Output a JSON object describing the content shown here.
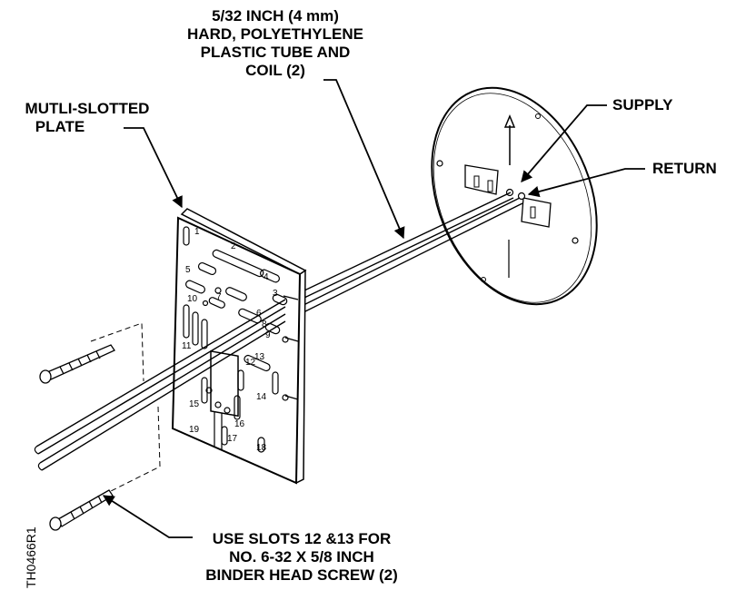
{
  "labels": {
    "tube": [
      "5/32 INCH (4 mm)",
      "HARD, POLYETHYLENE",
      "PLASTIC TUBE AND",
      "COIL (2)"
    ],
    "plate": [
      "MUTLI-SLOTTED",
      "PLATE"
    ],
    "supply": "SUPPLY",
    "return": "RETURN",
    "slots": [
      "USE SLOTS 12 &13 FOR",
      "NO. 6-32 X 5/8 INCH",
      "BINDER HEAD SCREW (2)"
    ]
  },
  "figure_code": "TH0466R1",
  "slot_numbers": [
    "1",
    "2",
    "3",
    "4",
    "5",
    "6",
    "7",
    "8",
    "9",
    "10",
    "11",
    "12",
    "13",
    "14",
    "15",
    "16",
    "17",
    "18",
    "19"
  ]
}
